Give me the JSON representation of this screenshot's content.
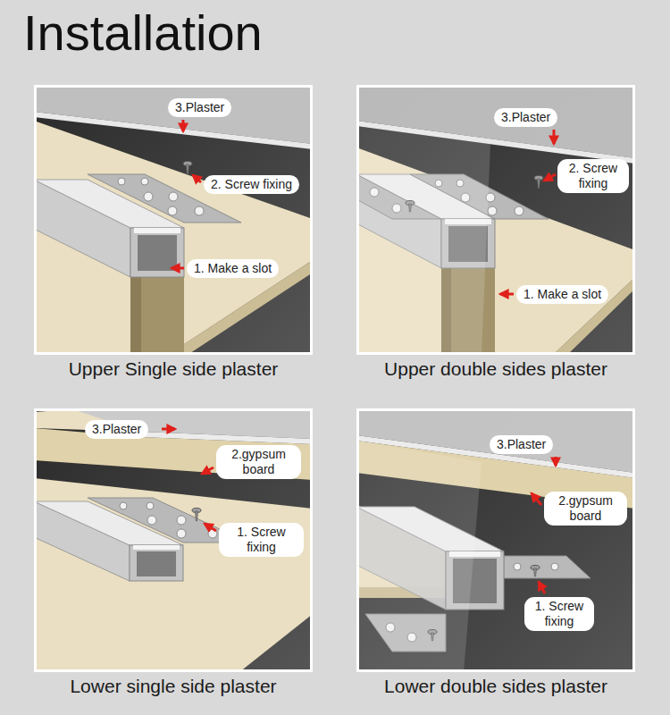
{
  "diagram": {
    "title": "Installation",
    "nodes": [
      {
        "text": [
          "Upper Single side plaster"
        ]
      },
      {
        "text": [
          "3.Plaster"
        ],
        "in": 0
      },
      {
        "text": [
          "2. Screw fixing"
        ],
        "in": 0
      },
      {
        "text": [
          "1. Make a slot"
        ],
        "in": 0
      },
      {
        "text": [
          "Upper double sides plaster"
        ]
      },
      {
        "text": [
          "3.Plaster"
        ],
        "in": 4
      },
      {
        "text": [
          "2. Screw fixing"
        ],
        "in": 4
      },
      {
        "text": [
          "1. Make a slot"
        ],
        "in": 4
      },
      {
        "text": [
          "Lower single side plaster"
        ]
      },
      {
        "text": [
          "3.Plaster"
        ],
        "in": 8
      },
      {
        "text": [
          "2.gypsum board"
        ],
        "in": 8
      },
      {
        "text": [
          "1. Screw fixing"
        ],
        "in": 8
      },
      {
        "text": [
          "Lower double sides plaster"
        ]
      },
      {
        "text": [
          "3.Plaster"
        ],
        "in": 12
      },
      {
        "text": [
          "2.gypsum board"
        ],
        "in": 12
      },
      {
        "text": [
          "1. Screw fixing"
        ],
        "in": 12
      }
    ]
  }
}
